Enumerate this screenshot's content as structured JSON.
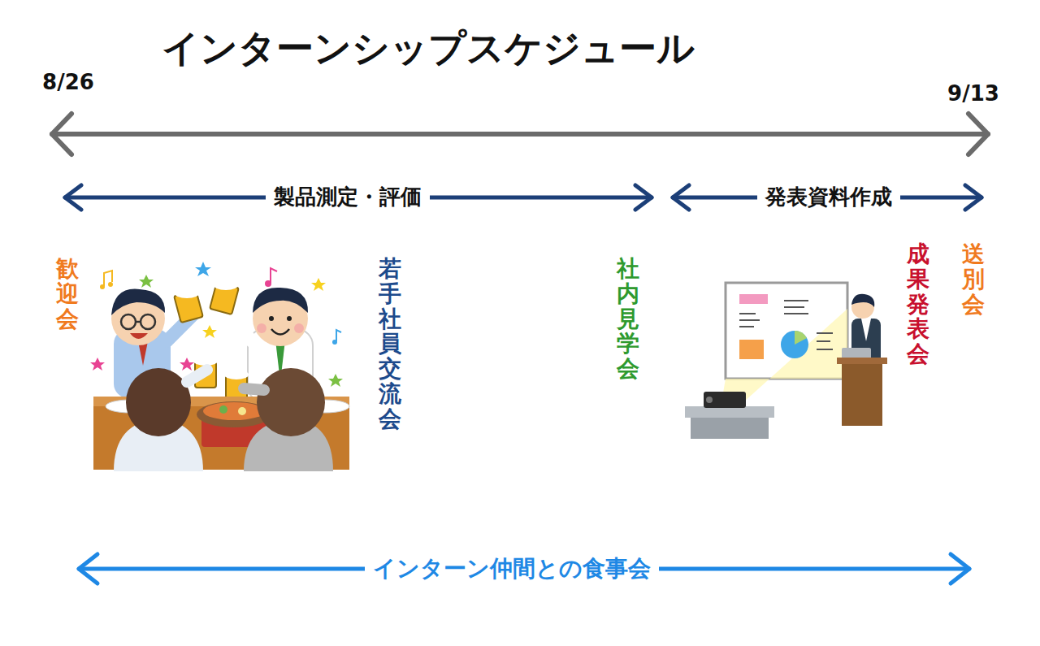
{
  "diagram": {
    "title": "インターンシップスケジュール",
    "labels": [
      "8/26",
      "9/13",
      "製品測定・評価",
      "発表資料作成",
      "歓迎会",
      "若手社員交流会",
      "社内見学会",
      "成果発表会",
      "送別会",
      "インターン仲間との食事会"
    ]
  }
}
